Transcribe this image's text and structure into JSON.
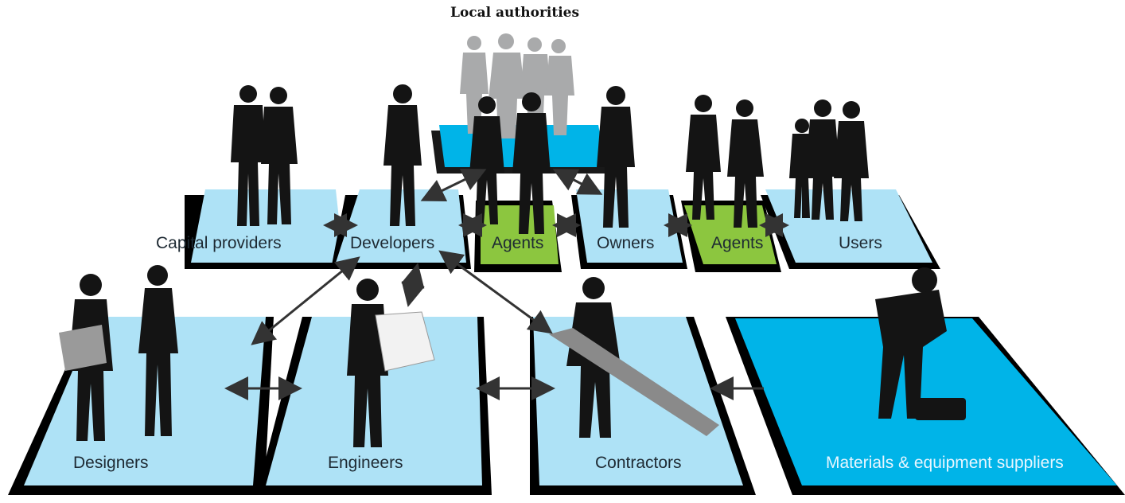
{
  "title": "Local authorities",
  "colors": {
    "platform_light": "#aee2f6",
    "platform_bright": "#00b4e8",
    "platform_agent": "#8cc63f",
    "silhouette": "#141414",
    "authority_figures": "#a9aaab",
    "label_text": "#1e2a33",
    "bg": "#ffffff"
  },
  "top_row": [
    {
      "label": "Capital providers",
      "fill": "light"
    },
    {
      "label": "Developers",
      "fill": "light"
    },
    {
      "label": "Agents",
      "fill": "agent"
    },
    {
      "label": "Owners",
      "fill": "light"
    },
    {
      "label": "Agents",
      "fill": "agent"
    },
    {
      "label": "Users",
      "fill": "light"
    }
  ],
  "bottom_row": [
    {
      "label": "Designers",
      "fill": "light"
    },
    {
      "label": "Engineers",
      "fill": "light"
    },
    {
      "label": "Contractors",
      "fill": "light"
    },
    {
      "label": "Materials & equipment suppliers",
      "fill": "bright"
    }
  ],
  "authority_platform": {
    "fill": "bright"
  },
  "relationship_icon": "double-arrow-icon"
}
